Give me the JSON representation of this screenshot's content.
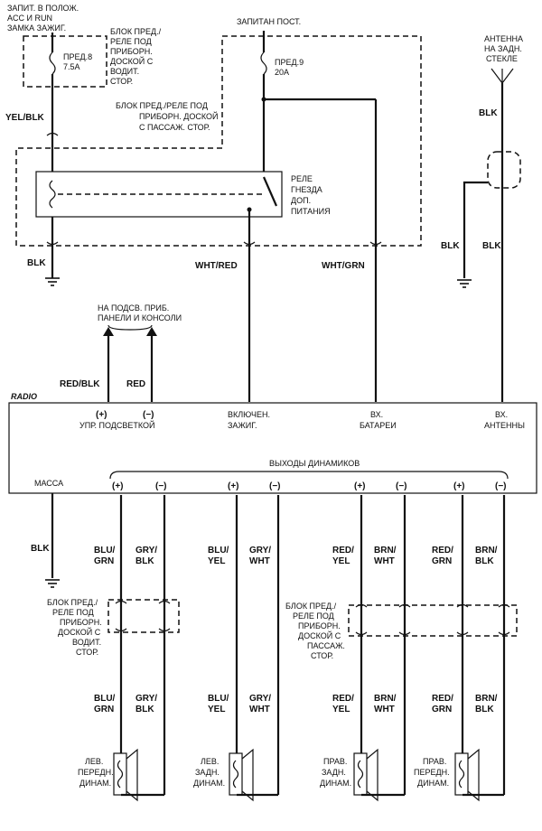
{
  "labels": {
    "ign_feed": [
      "ЗАПИТ. В ПОЛОЖ.",
      "ACC И RUN",
      "ЗАМКА ЗАЖИГ."
    ],
    "fuse8": [
      "ПРЕД.8",
      "7.5A"
    ],
    "driver_box": [
      "БЛОК ПРЕД./",
      "РЕЛЕ ПОД",
      "ПРИБОРН.",
      "ДОСКОЙ С",
      "ВОДИТ.",
      "СТОР."
    ],
    "const_feed": "ЗАПИТАН ПОСТ.",
    "fuse9": [
      "ПРЕД.9",
      "20A"
    ],
    "pass_box_top": [
      "БЛОК ПРЕД./РЕЛЕ ПОД",
      "ПРИБОРН. ДОСКОЙ",
      "С ПАССАЖ. СТОР."
    ],
    "relay": [
      "РЕЛЕ",
      "ГНЕЗДА",
      "ДОП.",
      "ПИТАНИЯ"
    ],
    "antenna": [
      "АНТЕННА",
      "НА ЗАДН.",
      "СТЕКЛЕ"
    ],
    "dash_light": [
      "НА ПОДСВ. ПРИБ.",
      "ПАНЕЛИ И КОНСОЛИ"
    ],
    "radio": "RADIO",
    "plus": "(+)",
    "minus": "(−)",
    "light_ctrl": "УПР. ПОДСВЕТКОЙ",
    "ign_on": [
      "ВКЛЮЧЕН.",
      "ЗАЖИГ."
    ],
    "batt_in": [
      "ВХ.",
      "БАТАРЕИ"
    ],
    "ant_in": [
      "ВХ.",
      "АНТЕННЫ"
    ],
    "speaker_out": "ВЫХОДЫ ДИНАМИКОВ",
    "ground": "МАССА",
    "driver_box_low": [
      "БЛОК ПРЕД./",
      "РЕЛЕ ПОД",
      "ПРИБОРН.",
      "ДОСКОЙ С",
      "ВОДИТ.",
      "СТОР."
    ],
    "pass_box_low": [
      "БЛОК ПРЕД./",
      "РЕЛЕ ПОД",
      "ПРИБОРН.",
      "ДОСКОЙ С",
      "ПАССАЖ.",
      "СТОР."
    ],
    "spk_lf": [
      "ЛЕВ.",
      "ПЕРЕДН.",
      "ДИНАМ."
    ],
    "spk_lr": [
      "ЛЕВ.",
      "ЗАДН.",
      "ДИНАМ."
    ],
    "spk_rr": [
      "ПРАВ.",
      "ЗАДН.",
      "ДИНАМ."
    ],
    "spk_rf": [
      "ПРАВ.",
      "ПЕРЕДН.",
      "ДИНАМ."
    ]
  },
  "wires": {
    "yel_blk": "YEL/BLK",
    "blk": "BLK",
    "wht_red": "WHT/RED",
    "wht_grn": "WHT/GRN",
    "red_blk": "RED/BLK",
    "red": "RED",
    "blu_grn": [
      "BLU/",
      "GRN"
    ],
    "gry_blk": [
      "GRY/",
      "BLK"
    ],
    "blu_yel": [
      "BLU/",
      "YEL"
    ],
    "gry_wht": [
      "GRY/",
      "WHT"
    ],
    "red_yel": [
      "RED/",
      "YEL"
    ],
    "brn_wht": [
      "BRN/",
      "WHT"
    ],
    "red_grn": [
      "RED/",
      "GRN"
    ],
    "brn_blk": [
      "BRN/",
      "BLK"
    ]
  }
}
